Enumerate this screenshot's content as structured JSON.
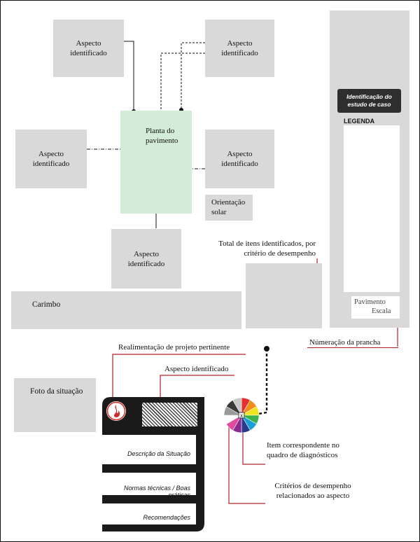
{
  "aspect_label": "Aspecto identificado",
  "plan_label": "Planta do pavimento",
  "solar_label": "Orientação solar",
  "carimbo_label": "Carimbo",
  "total_items_label": "Total de itens identificados, por critério de desempenho",
  "id_title": "Identificação do estudo de caso",
  "legend_label": "LEGENDA",
  "pavimento_label": "Pavimento",
  "escala_label": "Escala",
  "sheet_number_label": "Númeração da prancha",
  "feedback_label": "Realimentação de projeto pertinente",
  "aspect_identified_label": "Aspecto identificado",
  "photo_label": "Foto da situação",
  "card_rows": [
    "Descrição da Situação",
    "Normas técnicas / Boas práticas",
    "Recomendações"
  ],
  "item_label": "Item correspondente no quadro de diagnósticos",
  "criteria_label": "Critérios de desempenho relacionados ao aspecto",
  "wheel_mark": "x",
  "colors": {
    "box_gray": "#d9d9d9",
    "plan_green": "#d3ecd7",
    "card_dark": "#1a1a1a",
    "leader_red": "#b0202a",
    "panel_border": "#c8c8c8",
    "wheel": [
      "#e53030",
      "#f28c1c",
      "#f2e41c",
      "#3cb34a",
      "#1a9fd9",
      "#2a3a8f",
      "#8a2c8f",
      "#e04ba0",
      "#ffffff",
      "#9a9a9a",
      "#3a3a3a",
      "#c8c8c8"
    ]
  },
  "icons": [
    "logo-flame-icon",
    "color-wheel-icon"
  ]
}
